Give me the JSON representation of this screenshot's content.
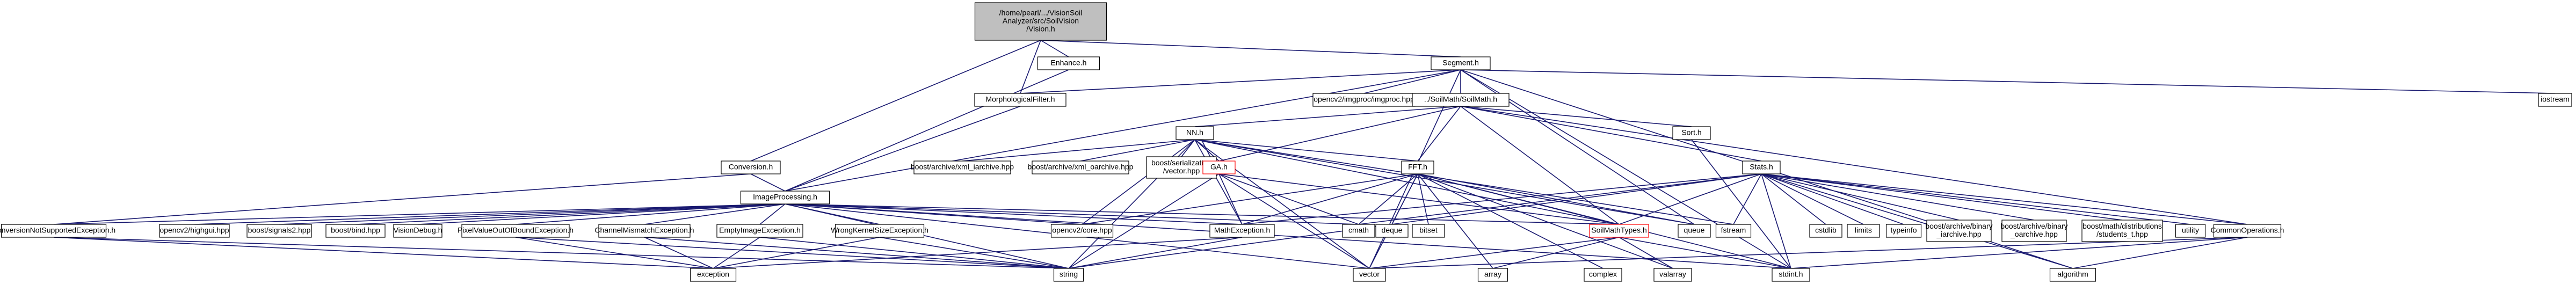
{
  "graph": {
    "nodes": [
      {
        "id": "root",
        "lines": [
          "/home/pearl/.../VisionSoil",
          "Analyzer/src/SoilVision",
          "/Vision.h"
        ]
      },
      {
        "id": "enhance",
        "lines": [
          "Enhance.h"
        ]
      },
      {
        "id": "segment",
        "lines": [
          "Segment.h"
        ]
      },
      {
        "id": "morph",
        "lines": [
          "MorphologicalFilter.h"
        ]
      },
      {
        "id": "conversion",
        "lines": [
          "Conversion.h"
        ]
      },
      {
        "id": "imgproc",
        "lines": [
          "ImageProcessing.h"
        ]
      },
      {
        "id": "opencv_imgproc",
        "lines": [
          "opencv2/imgproc/imgproc.hpp"
        ]
      },
      {
        "id": "soilmath",
        "lines": [
          "../SoilMath/SoilMath.h"
        ]
      },
      {
        "id": "iostream",
        "lines": [
          "iostream"
        ]
      },
      {
        "id": "nn",
        "lines": [
          "NN.h"
        ]
      },
      {
        "id": "sort",
        "lines": [
          "Sort.h"
        ]
      },
      {
        "id": "stats",
        "lines": [
          "Stats.h"
        ]
      },
      {
        "id": "xml_iarchive",
        "lines": [
          "boost/archive/xml_iarchive.hpp"
        ]
      },
      {
        "id": "xml_oarchive",
        "lines": [
          "boost/archive/xml_oarchive.hpp"
        ]
      },
      {
        "id": "serialization_vector",
        "lines": [
          "boost/serialization",
          "/vector.hpp"
        ]
      },
      {
        "id": "ga",
        "lines": [
          "GA.h"
        ]
      },
      {
        "id": "fft",
        "lines": [
          "FFT.h"
        ]
      },
      {
        "id": "convnotsupported",
        "lines": [
          "ConversionNotSupportedException.h"
        ]
      },
      {
        "id": "opencv_highgui",
        "lines": [
          "opencv2/highgui.hpp"
        ]
      },
      {
        "id": "signals2",
        "lines": [
          "boost/signals2.hpp"
        ]
      },
      {
        "id": "bind",
        "lines": [
          "boost/bind.hpp"
        ]
      },
      {
        "id": "visiondebug",
        "lines": [
          "VisionDebug.h"
        ]
      },
      {
        "id": "pixelvalue",
        "lines": [
          "PixelValueOutOfBoundException.h"
        ]
      },
      {
        "id": "channelmismatch",
        "lines": [
          "ChannelMismatchException.h"
        ]
      },
      {
        "id": "emptyimage",
        "lines": [
          "EmptyImageException.h"
        ]
      },
      {
        "id": "wrongkernel",
        "lines": [
          "WrongKernelSizeException.h"
        ]
      },
      {
        "id": "opencv_core",
        "lines": [
          "opencv2/core.hpp"
        ]
      },
      {
        "id": "mathexception",
        "lines": [
          "MathException.h"
        ]
      },
      {
        "id": "cmath",
        "lines": [
          "cmath"
        ]
      },
      {
        "id": "deque",
        "lines": [
          "deque"
        ]
      },
      {
        "id": "bitset",
        "lines": [
          "bitset"
        ]
      },
      {
        "id": "soilmathtypes",
        "lines": [
          "SoilMathTypes.h"
        ]
      },
      {
        "id": "queue",
        "lines": [
          "queue"
        ]
      },
      {
        "id": "fstream",
        "lines": [
          "fstream"
        ]
      },
      {
        "id": "cstdlib",
        "lines": [
          "cstdlib"
        ]
      },
      {
        "id": "limits",
        "lines": [
          "limits"
        ]
      },
      {
        "id": "typeinfo",
        "lines": [
          "typeinfo"
        ]
      },
      {
        "id": "binary_iarchive",
        "lines": [
          "boost/archive/binary",
          "_iarchive.hpp"
        ]
      },
      {
        "id": "binary_oarchive",
        "lines": [
          "boost/archive/binary",
          "_oarchive.hpp"
        ]
      },
      {
        "id": "students_t",
        "lines": [
          "boost/math/distributions",
          "/students_t.hpp"
        ]
      },
      {
        "id": "utility",
        "lines": [
          "utility"
        ]
      },
      {
        "id": "commonops",
        "lines": [
          "CommonOperations.h"
        ]
      },
      {
        "id": "exception",
        "lines": [
          "exception"
        ]
      },
      {
        "id": "string",
        "lines": [
          "string"
        ]
      },
      {
        "id": "vector",
        "lines": [
          "vector"
        ]
      },
      {
        "id": "array",
        "lines": [
          "array"
        ]
      },
      {
        "id": "complex",
        "lines": [
          "complex"
        ]
      },
      {
        "id": "valarray",
        "lines": [
          "valarray"
        ]
      },
      {
        "id": "stdint",
        "lines": [
          "stdint.h"
        ]
      },
      {
        "id": "algorithm",
        "lines": [
          "algorithm"
        ]
      }
    ],
    "edges": [
      [
        "root",
        "enhance"
      ],
      [
        "root",
        "segment"
      ],
      [
        "root",
        "morph"
      ],
      [
        "root",
        "conversion"
      ],
      [
        "enhance",
        "imgproc"
      ],
      [
        "morph",
        "imgproc"
      ],
      [
        "conversion",
        "imgproc"
      ],
      [
        "conversion",
        "convnotsupported"
      ],
      [
        "segment",
        "morph"
      ],
      [
        "segment",
        "opencv_imgproc"
      ],
      [
        "segment",
        "soilmath"
      ],
      [
        "segment",
        "iostream"
      ],
      [
        "segment",
        "imgproc"
      ],
      [
        "segment",
        "queue"
      ],
      [
        "segment",
        "vector"
      ],
      [
        "segment",
        "stdint"
      ],
      [
        "segment",
        "algorithm"
      ],
      [
        "soilmath",
        "nn"
      ],
      [
        "soilmath",
        "sort"
      ],
      [
        "soilmath",
        "stats"
      ],
      [
        "soilmath",
        "ga"
      ],
      [
        "soilmath",
        "fft"
      ],
      [
        "soilmath",
        "soilmathtypes"
      ],
      [
        "soilmath",
        "commonops"
      ],
      [
        "nn",
        "xml_iarchive"
      ],
      [
        "nn",
        "xml_oarchive"
      ],
      [
        "nn",
        "serialization_vector"
      ],
      [
        "nn",
        "ga"
      ],
      [
        "nn",
        "fft"
      ],
      [
        "nn",
        "soilmathtypes"
      ],
      [
        "nn",
        "mathexception"
      ],
      [
        "nn",
        "opencv_core"
      ],
      [
        "nn",
        "string"
      ],
      [
        "nn",
        "vector"
      ],
      [
        "nn",
        "queue"
      ],
      [
        "nn",
        "fstream"
      ],
      [
        "ga",
        "nn"
      ],
      [
        "ga",
        "mathexception"
      ],
      [
        "ga",
        "soilmathtypes"
      ],
      [
        "ga",
        "cmath"
      ],
      [
        "ga",
        "string"
      ],
      [
        "ga",
        "vector"
      ],
      [
        "fft",
        "soilmathtypes"
      ],
      [
        "fft",
        "mathexception"
      ],
      [
        "fft",
        "cmath"
      ],
      [
        "fft",
        "deque"
      ],
      [
        "fft",
        "bitset"
      ],
      [
        "fft",
        "array"
      ],
      [
        "fft",
        "complex"
      ],
      [
        "fft",
        "valarray"
      ],
      [
        "fft",
        "vector"
      ],
      [
        "fft",
        "queue"
      ],
      [
        "fft",
        "stdint"
      ],
      [
        "fft",
        "opencv_core"
      ],
      [
        "sort",
        "stdint"
      ],
      [
        "stats",
        "soilmathtypes"
      ],
      [
        "stats",
        "cmath"
      ],
      [
        "stats",
        "fstream"
      ],
      [
        "stats",
        "cstdlib"
      ],
      [
        "stats",
        "limits"
      ],
      [
        "stats",
        "typeinfo"
      ],
      [
        "stats",
        "binary_iarchive"
      ],
      [
        "stats",
        "binary_oarchive"
      ],
      [
        "stats",
        "students_t"
      ],
      [
        "stats",
        "utility"
      ],
      [
        "stats",
        "commonops"
      ],
      [
        "stats",
        "mathexception"
      ],
      [
        "stats",
        "stdint"
      ],
      [
        "stats",
        "algorithm"
      ],
      [
        "stats",
        "string"
      ],
      [
        "imgproc",
        "convnotsupported"
      ],
      [
        "imgproc",
        "opencv_highgui"
      ],
      [
        "imgproc",
        "signals2"
      ],
      [
        "imgproc",
        "bind"
      ],
      [
        "imgproc",
        "visiondebug"
      ],
      [
        "imgproc",
        "pixelvalue"
      ],
      [
        "imgproc",
        "channelmismatch"
      ],
      [
        "imgproc",
        "emptyimage"
      ],
      [
        "imgproc",
        "wrongkernel"
      ],
      [
        "imgproc",
        "opencv_core"
      ],
      [
        "imgproc",
        "mathexception"
      ],
      [
        "imgproc",
        "soilmathtypes"
      ],
      [
        "imgproc",
        "string"
      ],
      [
        "imgproc",
        "vector"
      ],
      [
        "imgproc",
        "cmath"
      ],
      [
        "imgproc",
        "stdint"
      ],
      [
        "convnotsupported",
        "exception"
      ],
      [
        "convnotsupported",
        "string"
      ],
      [
        "pixelvalue",
        "exception"
      ],
      [
        "pixelvalue",
        "string"
      ],
      [
        "channelmismatch",
        "exception"
      ],
      [
        "channelmismatch",
        "string"
      ],
      [
        "emptyimage",
        "exception"
      ],
      [
        "emptyimage",
        "string"
      ],
      [
        "wrongkernel",
        "exception"
      ],
      [
        "wrongkernel",
        "string"
      ],
      [
        "mathexception",
        "exception"
      ],
      [
        "mathexception",
        "string"
      ],
      [
        "soilmathtypes",
        "vector"
      ],
      [
        "soilmathtypes",
        "array"
      ],
      [
        "soilmathtypes",
        "valarray"
      ],
      [
        "soilmathtypes",
        "stdint"
      ],
      [
        "commonops",
        "stdint"
      ],
      [
        "commonops",
        "algorithm"
      ],
      [
        "commonops",
        "vector"
      ]
    ]
  }
}
